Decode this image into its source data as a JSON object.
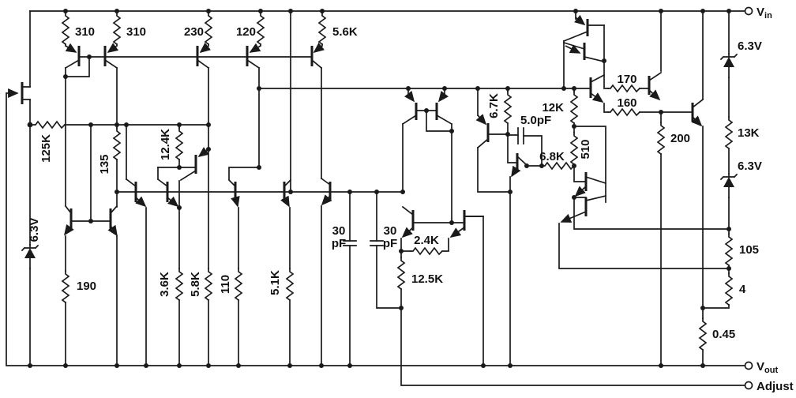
{
  "diagram_type": "analog voltage-regulator schematic",
  "colors": {
    "wire": "#1a1a1a",
    "label": "#111111",
    "background": "#ffffff"
  },
  "terminals": {
    "vin": {
      "base": "V",
      "sub": "in"
    },
    "vout": {
      "base": "V",
      "sub": "out"
    },
    "adjust": {
      "label": "Adjust"
    }
  },
  "labels": {
    "r310a": "310",
    "r310b": "310",
    "r230": "230",
    "r120": "120",
    "r5k6": "5.6K",
    "r125k": "125K",
    "r135": "135",
    "r12k4": "12.4K",
    "zener_left": "6.3V",
    "r190": "190",
    "r3k6": "3.6K",
    "r5k8": "5.8K",
    "r110": "110",
    "r5k1": "5.1K",
    "c30a_line1": "30",
    "c30a_line2": "pF",
    "c30b_line1": "30",
    "c30b_line2": "pF",
    "r2k4": "2.4K",
    "r12k5": "12.5K",
    "r6k7": "6.7K",
    "c5p": "5.0pF",
    "r6k8": "6.8K",
    "r12k": "12K",
    "r510": "510",
    "r170": "170",
    "r160": "160",
    "r200": "200",
    "zener_right_top": "6.3V",
    "r13k": "13K",
    "zener_right_mid": "6.3V",
    "r105": "105",
    "r4": "4",
    "r0_45": "0.45"
  }
}
